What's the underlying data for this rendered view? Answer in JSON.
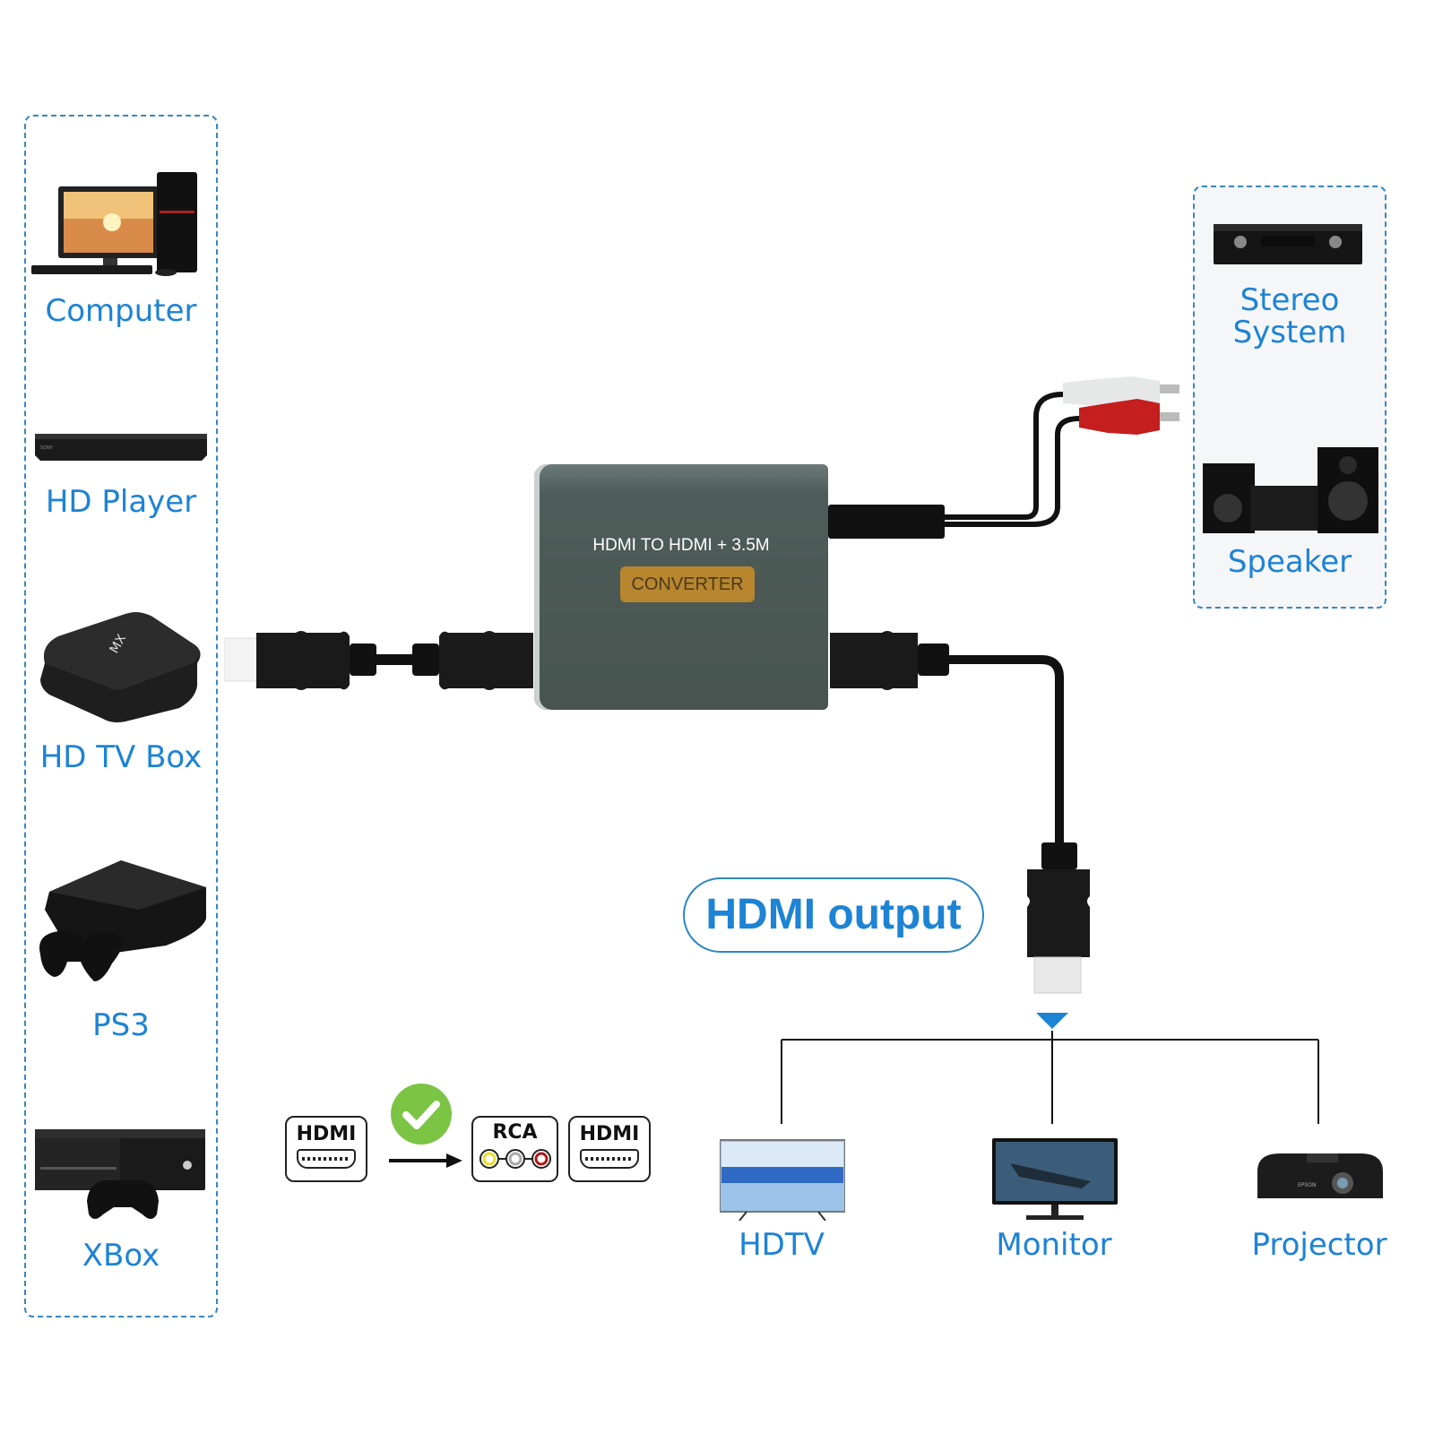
{
  "colors": {
    "label_blue": "#1d83d4",
    "panel_border": "#3a86c0",
    "converter_body": "#4a5754",
    "converter_badge": "#b8862f",
    "check_green": "#7cc444"
  },
  "input_devices": [
    {
      "label": "Computer",
      "icon": "computer-icon"
    },
    {
      "label": "HD Player",
      "icon": "bluray-player-icon"
    },
    {
      "label": "HD TV Box",
      "icon": "tv-box-icon"
    },
    {
      "label": "PS3",
      "icon": "ps3-icon"
    },
    {
      "label": "XBox",
      "icon": "xbox-icon"
    }
  ],
  "audio_devices": [
    {
      "label_line1": "Stereo",
      "label_line2": "System",
      "icon": "stereo-amplifier-icon"
    },
    {
      "label": "Speaker",
      "icon": "speaker-system-icon"
    }
  ],
  "converter": {
    "title": "HDMI TO HDMI + 3.5M",
    "badge": "CONVERTER"
  },
  "hdmi_output_label": "HDMI output",
  "output_devices": [
    {
      "label": "HDTV",
      "icon": "hdtv-icon"
    },
    {
      "label": "Monitor",
      "icon": "monitor-icon"
    },
    {
      "label": "Projector",
      "icon": "projector-icon"
    }
  ],
  "signal_legend": {
    "input": "HDMI",
    "outputs": [
      "RCA",
      "HDMI"
    ],
    "check": "check-icon"
  }
}
